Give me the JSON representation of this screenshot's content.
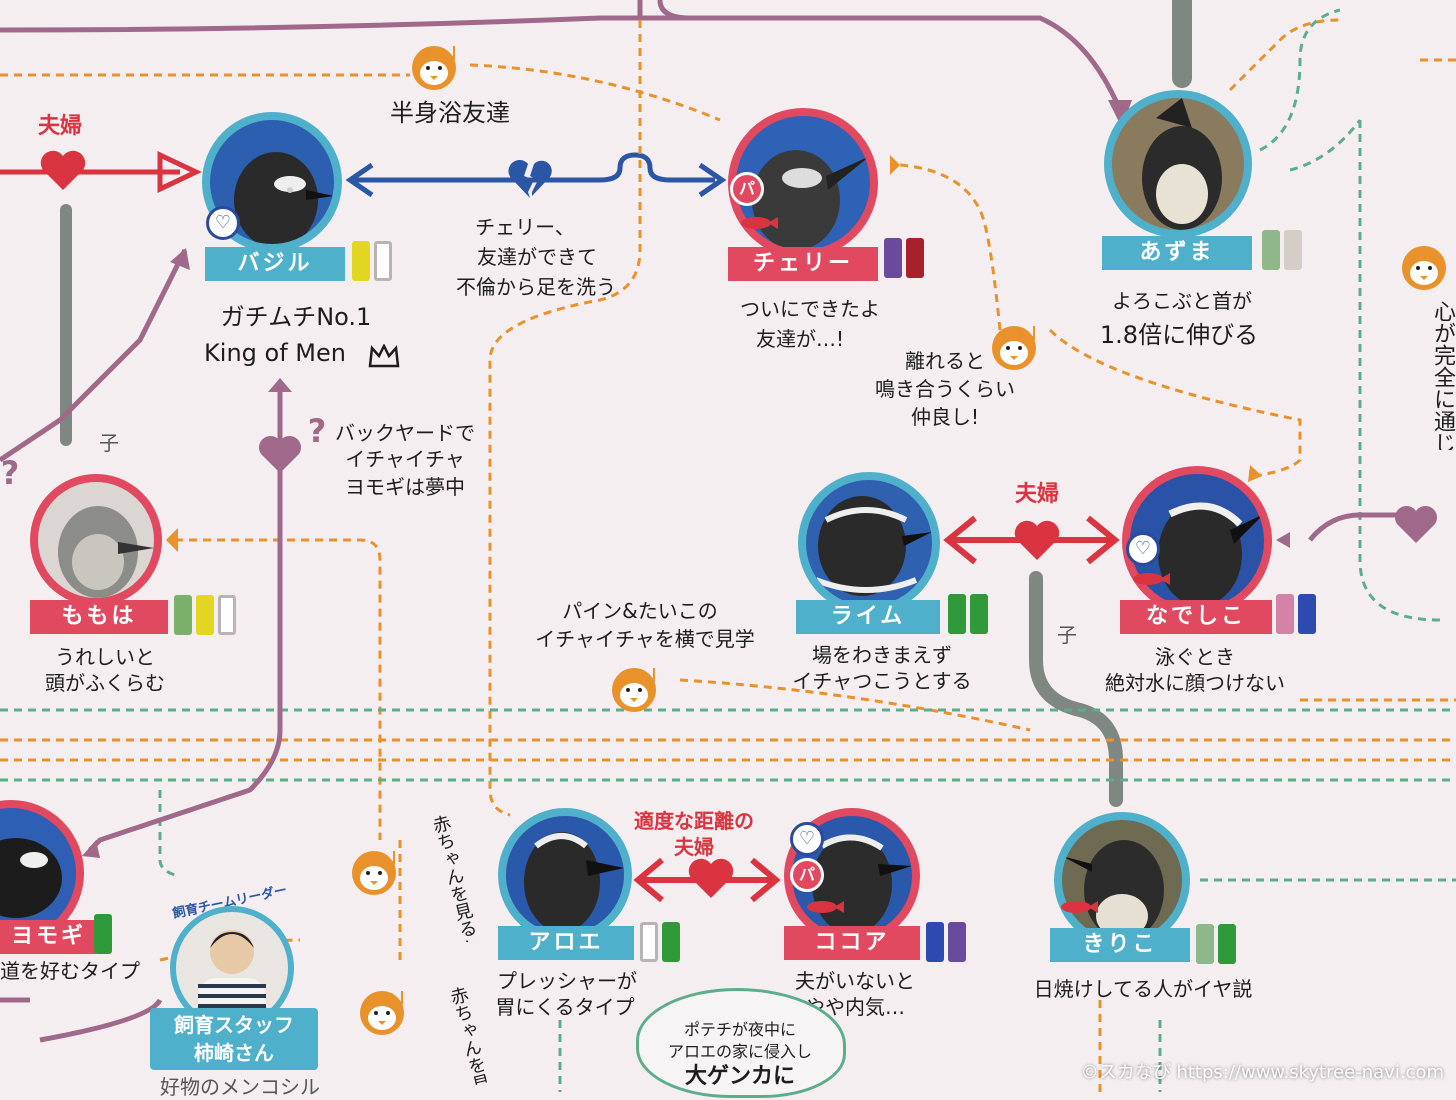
{
  "watermark": "©スカなび https://www.skytree-navi.com",
  "colors": {
    "red": "#d9343f",
    "blue": "#2a56a5",
    "orange": "#e9912a",
    "green_dash": "#5cae8a",
    "mauve": "#a0698a",
    "gray_line": "#7e8782",
    "name_blue": "#4fb0cb",
    "name_red": "#e0495f"
  },
  "icons": {
    "heart": "heart-icon",
    "broken_heart": "broken-heart-icon",
    "penguin_note": "penguin-with-music-note-icon",
    "crown": "crown-icon",
    "fish": "fish-icon"
  },
  "relations": {
    "couple_left": "夫婦",
    "couple_lime": "夫婦",
    "couple_aloe": "適度な距離の夫婦",
    "child_mark_1": "子",
    "child_mark_2": "子",
    "half_bath": "半身浴友達",
    "cherry_quit": [
      "チェリー、",
      "友達ができて",
      "不倫から足を洗う"
    ],
    "backyard": [
      "バックヤードで",
      "イチャイチャ",
      "ヨモギは夢中"
    ],
    "pine_taiko": [
      "パイン&たいこの",
      "イチャイチャを横で見学"
    ],
    "apart_cry": [
      "離れると",
      "鳴き合うくらい",
      "仲良し!"
    ],
    "heart_sync": "心が完全に通じ合う",
    "akachan_1": "赤ちゃんを見るとデレデレになる",
    "akachan_2": "赤ちゃんを見てデレデレ",
    "potechi": [
      "ポテチが夜中に",
      "アロエの家に侵入し",
      "大ゲンカに"
    ],
    "question": "?"
  },
  "penguins": [
    {
      "id": "basil",
      "name": "バジル",
      "caption": [
        "ガチムチNo.1",
        "King of Men"
      ]
    },
    {
      "id": "cherry",
      "name": "チェリー",
      "caption": [
        "ついにできたよ",
        "友達が…!"
      ]
    },
    {
      "id": "azuma",
      "name": "あずま",
      "caption": [
        "よろこぶと首が",
        "1.8倍に伸びる"
      ]
    },
    {
      "id": "momoha",
      "name": "ももは",
      "caption": [
        "うれしいと",
        "頭がふくらむ"
      ]
    },
    {
      "id": "lime",
      "name": "ライム",
      "caption": [
        "場をわきまえず",
        "イチャつこうとする"
      ]
    },
    {
      "id": "nadeshiko",
      "name": "なでしこ",
      "caption": [
        "泳ぐとき",
        "絶対水に顔つけない"
      ]
    },
    {
      "id": "yomogi",
      "name": "ヨモギ",
      "caption": [
        "道を好むタイプ"
      ]
    },
    {
      "id": "aloe",
      "name": "アロエ",
      "caption": [
        "プレッシャーが",
        "胃にくるタイプ"
      ]
    },
    {
      "id": "cocoa",
      "name": "ココア",
      "caption": [
        "夫がいないと",
        "やや内気…"
      ]
    },
    {
      "id": "kiriko",
      "name": "きりこ",
      "caption": [
        "日焼けしてる人がイヤ説"
      ]
    }
  ],
  "staff": {
    "role": "飼育チームリーダー",
    "name_line1": "飼育スタッフ",
    "name_line2": "柿崎さん",
    "bottom_text": "好物のメンコシル"
  },
  "badge_text": {
    "pa": "パ",
    "heart": "♡"
  }
}
